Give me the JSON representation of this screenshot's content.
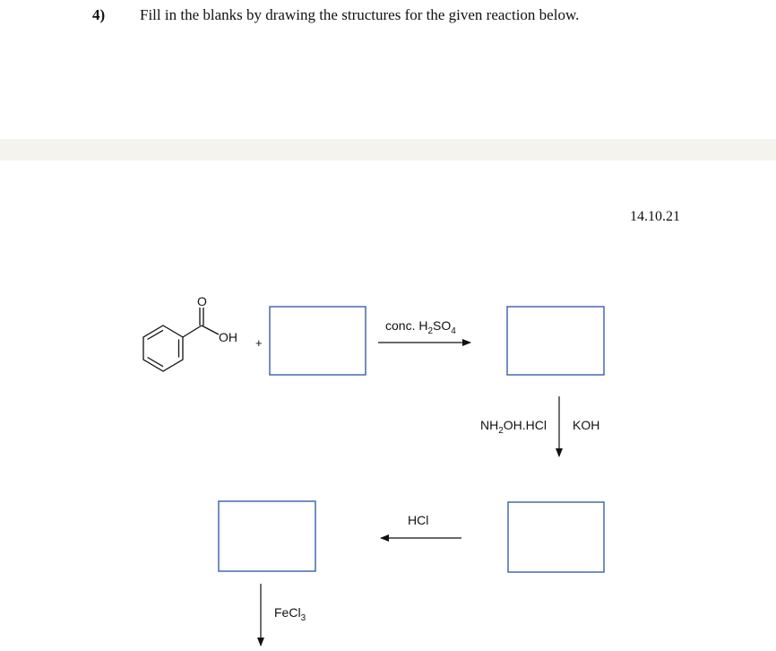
{
  "question": {
    "number": "4)",
    "text": "Fill in the blanks by drawing the structures for the given reaction below."
  },
  "date": "14.10.21",
  "scheme": {
    "reactant": {
      "oxygen_label": "O",
      "hydroxyl_label": "OH"
    },
    "plus": "+",
    "step1_reagent": {
      "prefix": "conc. H",
      "sub1": "2",
      "mid": "SO",
      "sub2": "4"
    },
    "step2_reagent_left": {
      "prefix": "NH",
      "sub": "2",
      "suffix": "OH.HCl"
    },
    "step2_reagent_right": "KOH",
    "step3_reagent": "HCl",
    "step4_reagent": {
      "prefix": "FeCl",
      "sub": "3"
    },
    "colors": {
      "box_border": "#3a5ea8",
      "line": "#111111"
    }
  }
}
